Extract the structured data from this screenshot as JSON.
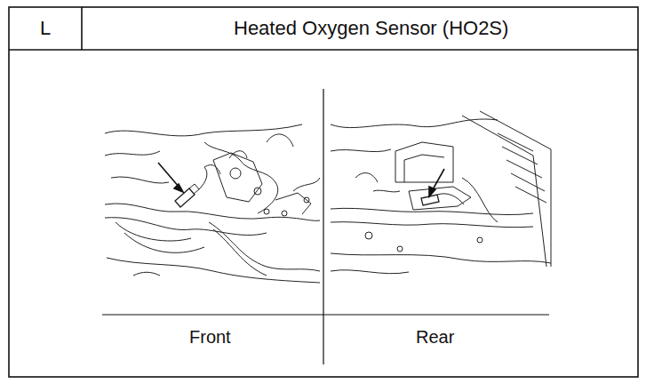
{
  "diagram": {
    "title": "Heated Oxygen Sensor (HO2S)",
    "labels": [
      "L",
      "Front",
      "Rear"
    ]
  }
}
